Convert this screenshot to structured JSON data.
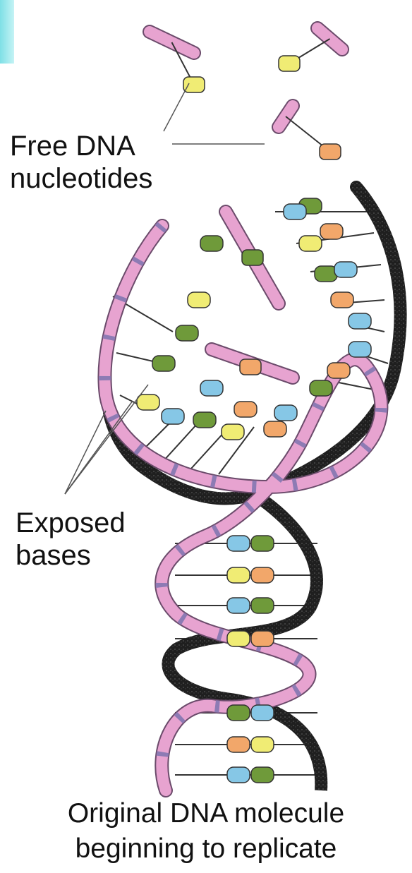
{
  "labels": {
    "free_line1": "Free DNA",
    "free_line2": "nucleotides",
    "exposed_line1": "Exposed",
    "exposed_line2": "bases",
    "original_line1": "Original DNA molecule",
    "original_line2": "beginning to replicate"
  },
  "colors": {
    "backbone_pink": "#e7a3d0",
    "backbone_band": "#8d7bb4",
    "dark_strand": "#2a2a2a",
    "base_green": "#6f9a3a",
    "base_orange": "#f2a76a",
    "base_yellow": "#f0ec74",
    "base_blue": "#86c7e6"
  }
}
